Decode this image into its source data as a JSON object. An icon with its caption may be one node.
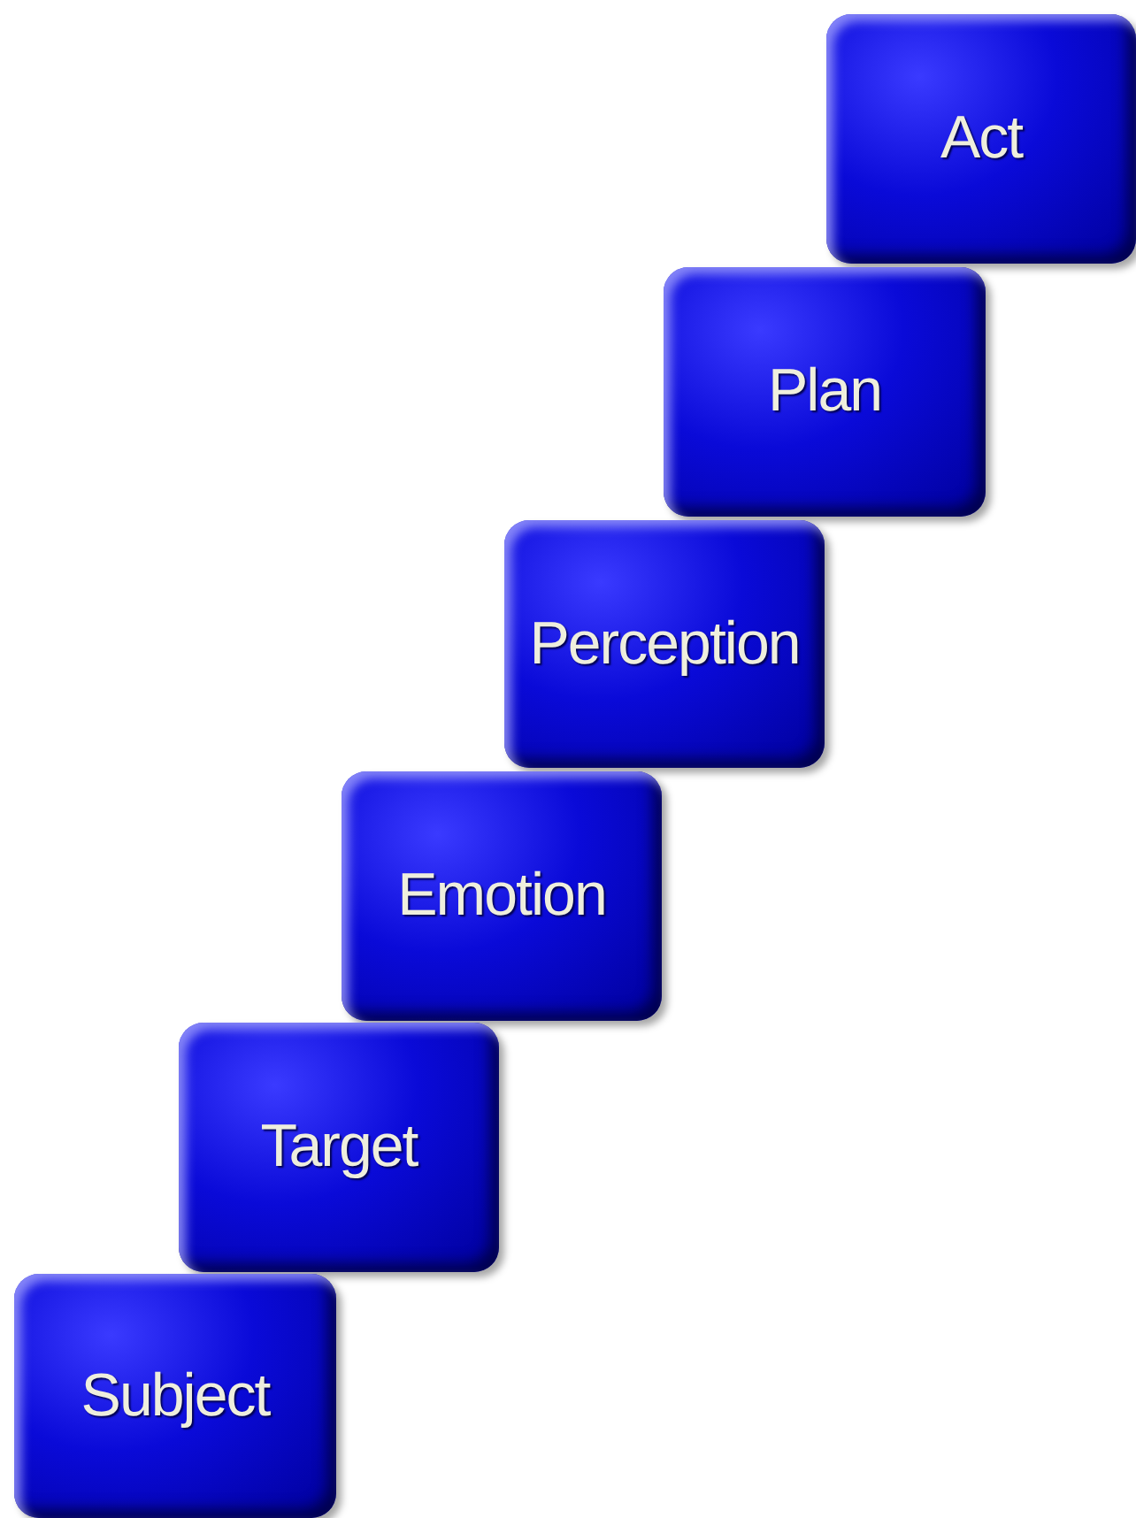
{
  "diagram": {
    "nodes": [
      {
        "text": [
          "Act"
        ]
      },
      {
        "text": [
          "Plan"
        ]
      },
      {
        "text": [
          "Perception"
        ]
      },
      {
        "text": [
          "Emotion"
        ]
      },
      {
        "text": [
          "Target"
        ]
      },
      {
        "text": [
          "Subject"
        ]
      }
    ]
  }
}
